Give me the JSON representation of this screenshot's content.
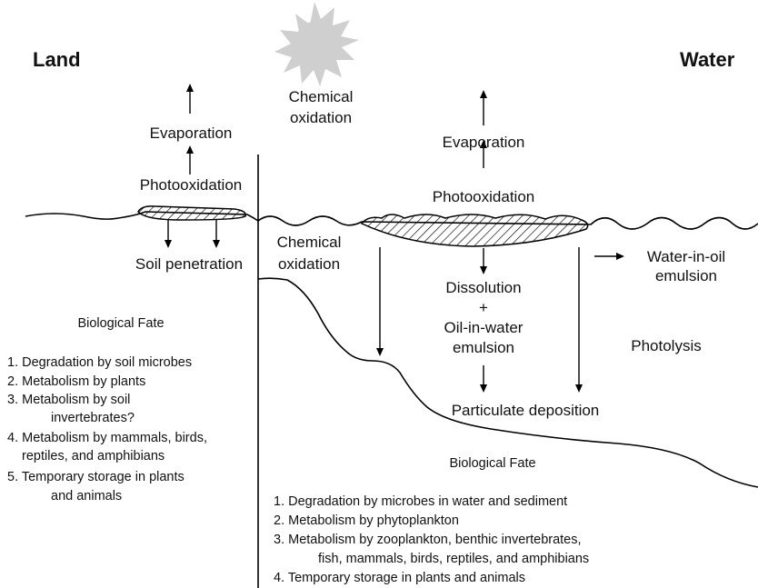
{
  "land": {
    "title": "Land",
    "evaporation": "Evaporation",
    "photooxidation": "Photooxidation",
    "soil_penetration": "Soil penetration",
    "bio_title": "Biological Fate",
    "bio_items": [
      "1.  Degradation by soil microbes",
      "2.  Metabolism by plants",
      "3.  Metabolism by soil",
      "invertebrates?",
      "4.  Metabolism by mammals, birds,",
      "reptiles, and amphibians",
      "5.  Temporary storage in plants",
      "and animals"
    ]
  },
  "sky": {
    "chemical_oxidation_1": "Chemical",
    "chemical_oxidation_2": "oxidation"
  },
  "water": {
    "title": "Water",
    "evaporation": "Evaporation",
    "photooxidation": "Photooxidation",
    "chemical_oxidation_1": "Chemical",
    "chemical_oxidation_2": "oxidation",
    "water_in_oil_1": "Water-in-oil",
    "water_in_oil_2": "emulsion",
    "dissolution": "Dissolution",
    "plus": "+",
    "oil_in_water_1": "Oil-in-water",
    "oil_in_water_2": "emulsion",
    "photolysis": "Photolysis",
    "particulate": "Particulate deposition",
    "bio_title": "Biological Fate",
    "bio_items": [
      "1.  Degradation by microbes in water and sediment",
      "2.  Metabolism by phytoplankton",
      "3.  Metabolism by zooplankton, benthic invertebrates,",
      "fish, mammals, birds, reptiles, and amphibians",
      "4.  Temporary storage in plants and animals"
    ]
  },
  "colors": {
    "sun": "#cfcfcf",
    "ink": "#000000"
  },
  "icons": {
    "sun": "sun-icon"
  }
}
